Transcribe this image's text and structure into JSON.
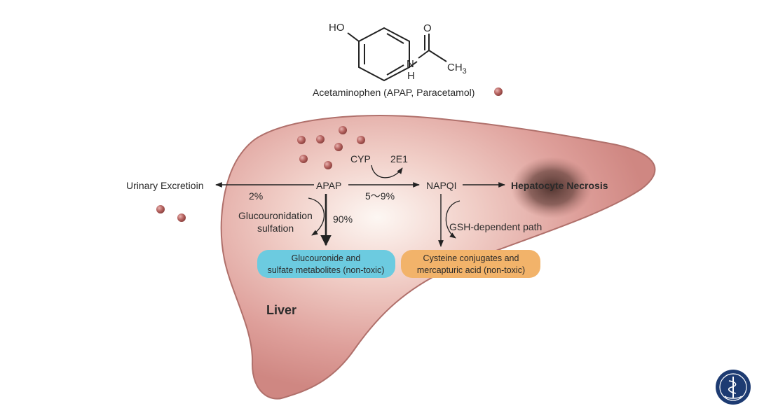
{
  "molecule": {
    "name": "Acetaminophen (APAP, Paracetamol)",
    "ho": "HO",
    "n": "N",
    "h": "H",
    "o": "O",
    "ch3_base": "CH",
    "ch3_sub": "3"
  },
  "liver": {
    "label": "Liver"
  },
  "nodes": {
    "apap": "APAP",
    "napqi": "NAPQI",
    "urinary": "Urinary Excretioin",
    "necrosis": "Hepatocyte Necrosis",
    "cyp": "CYP",
    "cyp_2e1": "2E1"
  },
  "edges": {
    "urinary_pct": "2%",
    "napqi_pct": "5～9%",
    "glucuronidation_pct": "90%",
    "glucuronidation_line1": "Glucouronidation",
    "glucuronidation_line2": "sulfation",
    "gsh_path": "GSH-dependent path"
  },
  "boxes": {
    "nontoxic_1_line1": "Glucouronide and",
    "nontoxic_1_line2": "sulfate metabolites (non-toxic)",
    "nontoxic_2_line1": "Cysteine conjugates and",
    "nontoxic_2_line2": "mercapturic acid (non-toxic)"
  },
  "colors": {
    "liver_fill": "#d99a96",
    "liver_highlight": "#fbf3ef",
    "liver_stroke": "#9e5f5b",
    "particle": "#b5625f",
    "box_blue": "#6ccbe0",
    "box_orange": "#f2b36a",
    "necrosis": "#5a3b36",
    "badge": "#1d3b72"
  },
  "badge": {
    "icon": "medical-caduceus-icon"
  }
}
